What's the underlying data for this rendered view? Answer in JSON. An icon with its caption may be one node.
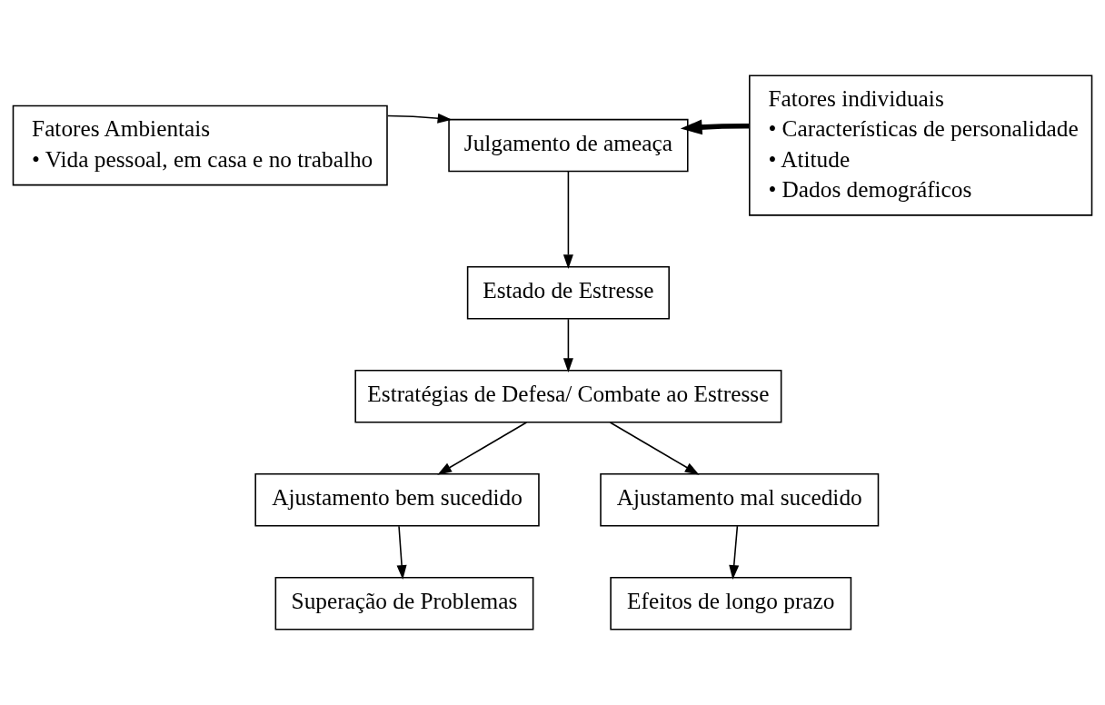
{
  "diagram": {
    "nodes": [
      {
        "text": [
          "Fatores Ambientais",
          "• Vida pessoal, em casa e no trabalho"
        ]
      },
      {
        "text": [
          "Julgamento de ameaça"
        ]
      },
      {
        "text": [
          "Fatores individuais",
          "• Características de personalidade",
          "• Atitude",
          "• Dados demográficos"
        ]
      },
      {
        "text": [
          "Estado de Estresse"
        ]
      },
      {
        "text": [
          "Estratégias de Defesa/ Combate ao Estresse"
        ]
      },
      {
        "text": [
          "Ajustamento bem sucedido"
        ]
      },
      {
        "text": [
          "Ajustamento mal sucedido"
        ]
      },
      {
        "text": [
          "Superação de Problemas"
        ]
      },
      {
        "text": [
          "Efeitos de longo prazo"
        ]
      }
    ],
    "edges": [
      {
        "from": 0,
        "to": 1,
        "arrow": "to"
      },
      {
        "from": 2,
        "to": 1,
        "arrow": "to",
        "style": "thick"
      },
      {
        "from": 1,
        "to": 3,
        "arrow": "to"
      },
      {
        "from": 3,
        "to": 4,
        "arrow": "to"
      },
      {
        "from": 4,
        "to": 5,
        "arrow": "to"
      },
      {
        "from": 4,
        "to": 6,
        "arrow": "to"
      },
      {
        "from": 5,
        "to": 7,
        "arrow": "to"
      },
      {
        "from": 6,
        "to": 8,
        "arrow": "to"
      }
    ]
  }
}
